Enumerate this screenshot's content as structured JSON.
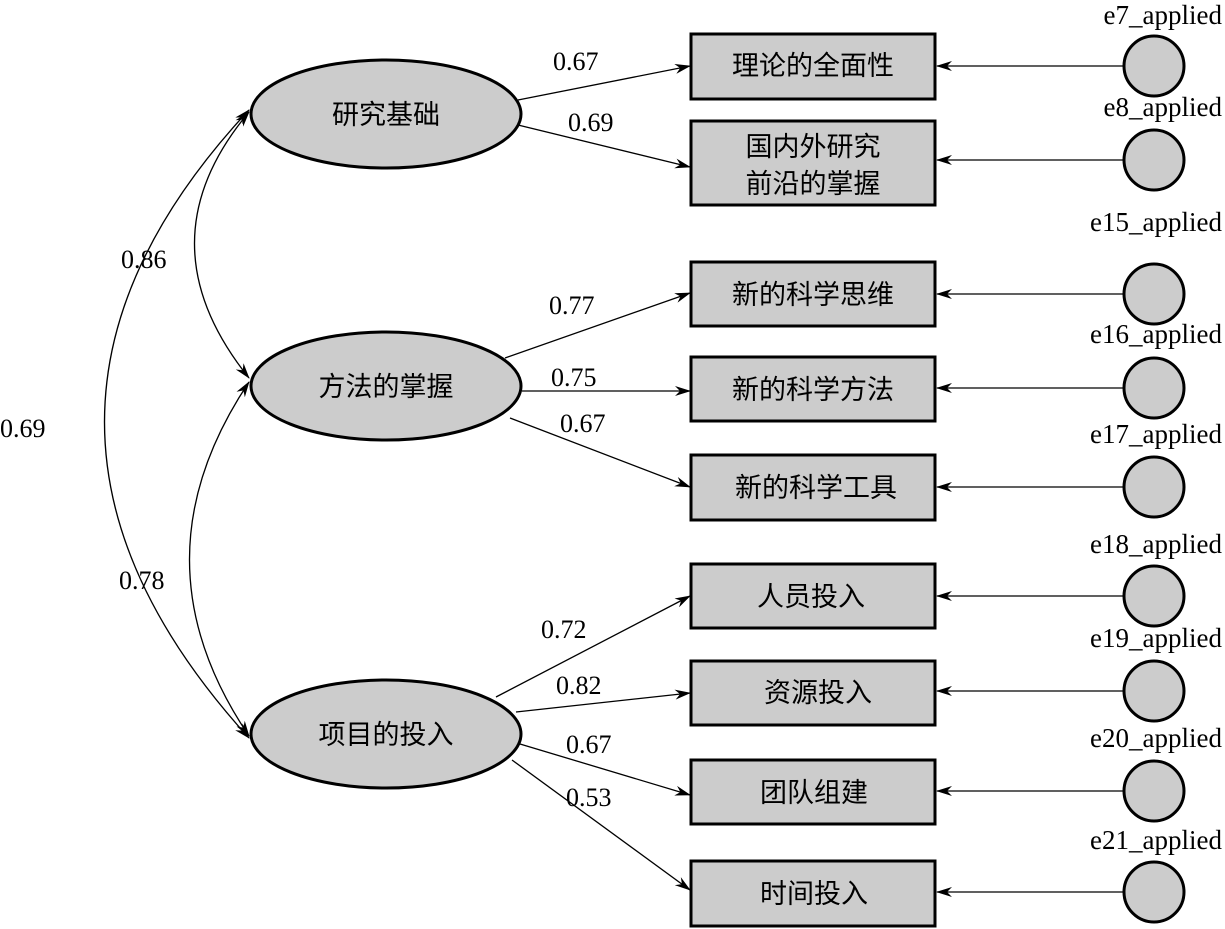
{
  "latents": [
    {
      "id": "L1",
      "label": "研究基础"
    },
    {
      "id": "L2",
      "label": "方法的掌握"
    },
    {
      "id": "L3",
      "label": "项目的投入"
    }
  ],
  "indicators": [
    {
      "id": "I1",
      "lines": [
        "理论的全面性"
      ],
      "error": "e7_applied",
      "loading": "0.67",
      "latent": "L1"
    },
    {
      "id": "I2",
      "lines": [
        "国内外研究",
        "前沿的掌握"
      ],
      "error": "e8_applied",
      "loading": "0.69",
      "latent": "L1"
    },
    {
      "id": "I3",
      "lines": [
        "新的科学思维"
      ],
      "error": "e15_applied",
      "loading": "0.77",
      "latent": "L2"
    },
    {
      "id": "I4",
      "lines": [
        "新的科学方法"
      ],
      "error": "e16_applied",
      "loading": "0.75",
      "latent": "L2"
    },
    {
      "id": "I5",
      "lines": [
        "新的科学工具"
      ],
      "error": "e17_applied",
      "loading": "0.67",
      "latent": "L2"
    },
    {
      "id": "I6",
      "lines": [
        "人员投入"
      ],
      "error": "e18_applied",
      "loading": "0.72",
      "latent": "L3"
    },
    {
      "id": "I7",
      "lines": [
        "资源投入"
      ],
      "error": "e19_applied",
      "loading": "0.82",
      "latent": "L3"
    },
    {
      "id": "I8",
      "lines": [
        "团队组建"
      ],
      "error": "e20_applied",
      "loading": "0.67",
      "latent": "L3"
    },
    {
      "id": "I9",
      "lines": [
        "时间投入"
      ],
      "error": "e21_applied",
      "loading": "0.53",
      "latent": "L3"
    }
  ],
  "correlations": [
    {
      "from": "L1",
      "to": "L2",
      "value": "0.86"
    },
    {
      "from": "L2",
      "to": "L3",
      "value": "0.78"
    },
    {
      "from": "L1",
      "to": "L3",
      "value": "0.69"
    }
  ]
}
